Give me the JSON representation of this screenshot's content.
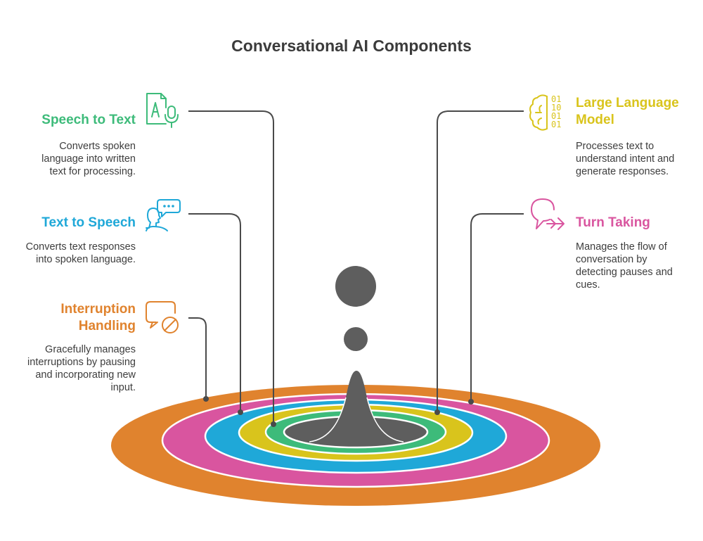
{
  "title": "Conversational AI Components",
  "colors": {
    "speech_to_text": "#3dbb7a",
    "text_to_speech": "#1fa8d8",
    "interruption": "#e0832e",
    "llm": "#d9c41c",
    "turn_taking": "#d9559f",
    "center": "#5e5e5e",
    "connector": "#4a4a4a"
  },
  "components": {
    "speech_to_text": {
      "heading": "Speech to Text",
      "description": [
        "Converts spoken",
        "language into written",
        "text for processing."
      ],
      "icon": "document-microphone-icon"
    },
    "text_to_speech": {
      "heading": "Text to Speech",
      "description": [
        "Converts text responses",
        "into spoken language."
      ],
      "icon": "person-speech-bubble-icon"
    },
    "interruption": {
      "heading": [
        "Interruption",
        "Handling"
      ],
      "description": [
        "Gracefully manages",
        "interruptions by pausing",
        "and incorporating new",
        "input."
      ],
      "icon": "speech-bubble-prohibited-icon"
    },
    "llm": {
      "heading": [
        "Large Language",
        "Model"
      ],
      "description": [
        "Processes text to",
        "understand intent and",
        "generate responses."
      ],
      "icon": "brain-binary-icon"
    },
    "turn_taking": {
      "heading": "Turn Taking",
      "description": [
        "Manages the flow of",
        "conversation by",
        "detecting pauses and",
        "cues."
      ],
      "icon": "speech-bubble-arrow-icon"
    }
  }
}
